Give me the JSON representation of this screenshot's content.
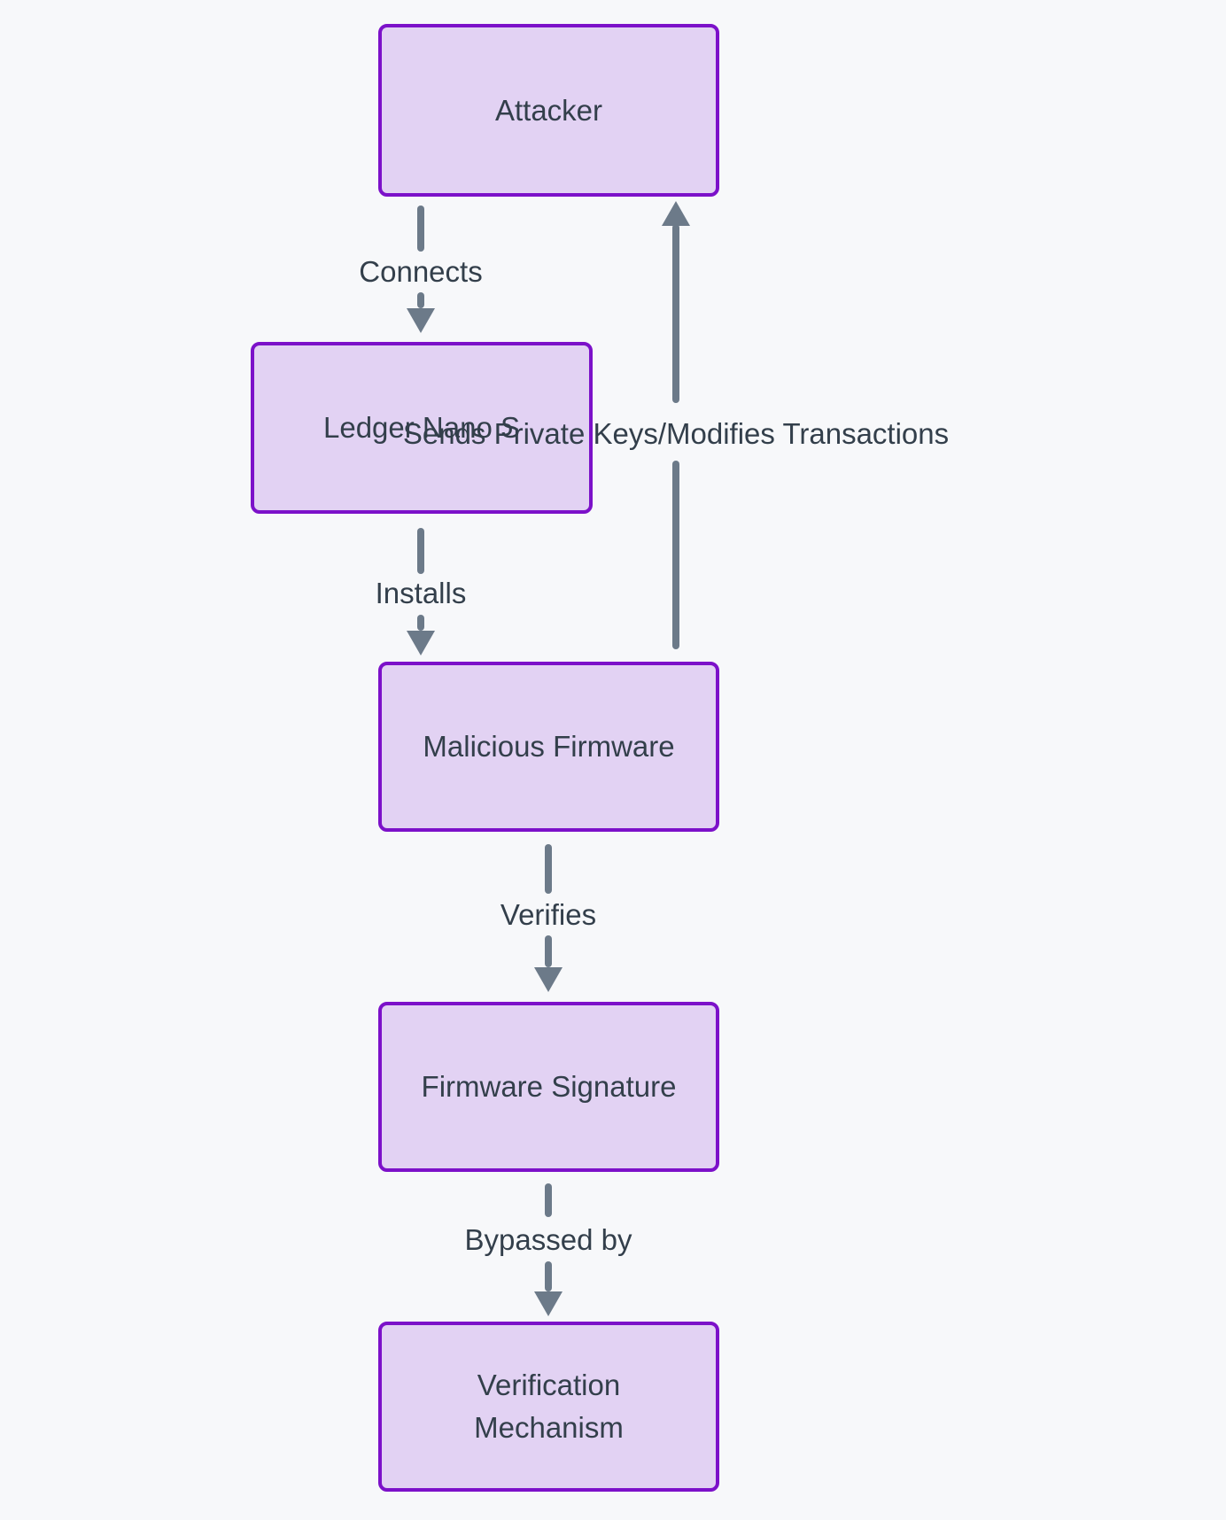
{
  "diagram_type": "flowchart",
  "colors": {
    "background": "#f7f8fa",
    "node-fill": "#e2d2f3",
    "node-border": "#7c11c9",
    "text": "#333f4b",
    "arrow": "#6c7a89"
  },
  "nodes": {
    "attacker": {
      "label": "Attacker"
    },
    "ledger": {
      "label": "Ledger Nano S"
    },
    "malicious_firmware": {
      "label": "Malicious Firmware"
    },
    "firmware_signature": {
      "label": "Firmware Signature"
    },
    "verification_mechanism": {
      "label": "Verification Mechanism"
    }
  },
  "edges": {
    "connects": {
      "label": "Connects",
      "from": "Attacker",
      "to": "Ledger Nano S",
      "direction": "down"
    },
    "installs": {
      "label": "Installs",
      "from": "Ledger Nano S",
      "to": "Malicious Firmware",
      "direction": "down"
    },
    "sends_private_keys": {
      "label": "Sends Private Keys/Modifies Transactions",
      "from": "Malicious Firmware",
      "to": "Attacker",
      "direction": "up"
    },
    "verifies": {
      "label": "Verifies",
      "from": "Malicious Firmware",
      "to": "Firmware Signature",
      "direction": "down"
    },
    "bypassed_by": {
      "label": "Bypassed by",
      "from": "Firmware Signature",
      "to": "Verification Mechanism",
      "direction": "down"
    }
  }
}
